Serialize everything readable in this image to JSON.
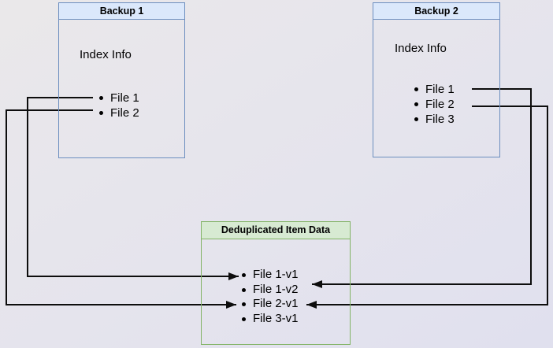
{
  "diagram": {
    "backup1": {
      "title": "Backup 1",
      "section_label": "Index Info",
      "items": [
        "File 1",
        "File 2"
      ]
    },
    "backup2": {
      "title": "Backup 2",
      "section_label": "Index Info",
      "items": [
        "File 1",
        "File 2",
        "File 3"
      ]
    },
    "dedup": {
      "title": "Deduplicated Item Data",
      "items": [
        "File 1-v1",
        "File 1-v2",
        "File 2-v1",
        "File 3-v1"
      ]
    },
    "connections": [
      {
        "from": "Backup 1 / File 1",
        "to": "Deduplicated Item Data / File 1-v1",
        "side": "left"
      },
      {
        "from": "Backup 1 / File 2",
        "to": "Deduplicated Item Data / File 2-v1",
        "side": "left"
      },
      {
        "from": "Backup 2 / File 1",
        "to": "Deduplicated Item Data / File 1-v2",
        "side": "right"
      },
      {
        "from": "Backup 2 / File 2",
        "to": "Deduplicated Item Data / File 2-v1",
        "side": "right"
      }
    ],
    "colors": {
      "box_blue_border": "#6c8ebf",
      "box_blue_header": "#dbe8fb",
      "box_green_border": "#82b366",
      "box_green_header": "#d7ead2",
      "connector": "#0d0d0d",
      "bg_top": "#eae8ea",
      "bg_bottom": "#e0e0ee"
    }
  }
}
